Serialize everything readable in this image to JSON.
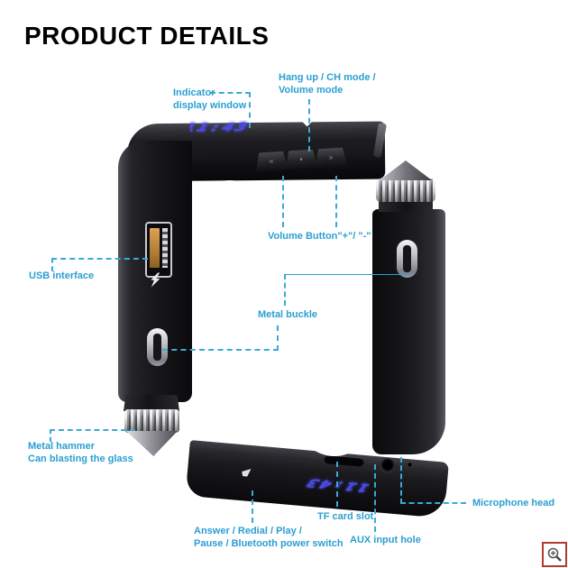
{
  "title": "PRODUCT DETAILS",
  "accent_color": "#2b9fd2",
  "device": {
    "display_value": "11:43",
    "display_color": "#4a4ae8",
    "buttons": [
      {
        "name": "volume-minus-button",
        "glyph": "«"
      },
      {
        "name": "hangup-mode-button",
        "glyph": "▪"
      },
      {
        "name": "volume-plus-button",
        "glyph": "»"
      }
    ]
  },
  "callouts": {
    "indicator_l1": "Indicator",
    "indicator_l2": "display window",
    "hangup_l1": "Hang up / CH mode /",
    "hangup_l2": "Volume mode",
    "volume": "Volume Button\"+\"/ \"-\"",
    "usb": "USB interface",
    "buckle": "Metal buckle",
    "hammer_l1": "Metal hammer",
    "hammer_l2": "Can blasting the glass",
    "answer_l1": "Answer / Redial / Play /",
    "answer_l2": "Pause / Bluetooth power switch",
    "tf": "TF card slot",
    "aux": "AUX input hole",
    "mic": "Microphone head"
  }
}
